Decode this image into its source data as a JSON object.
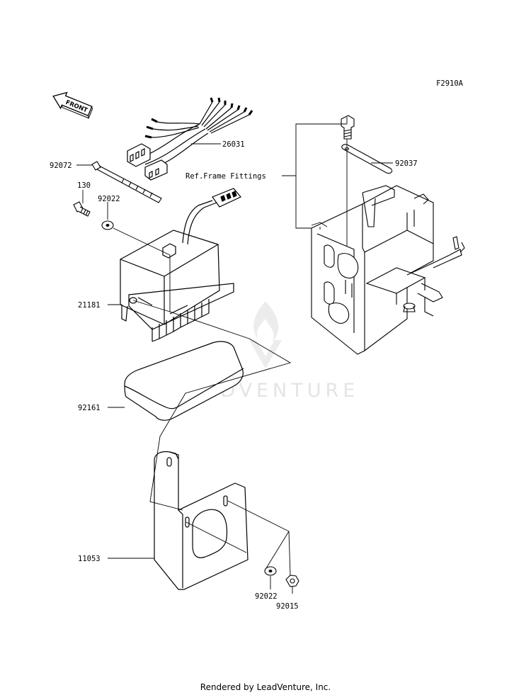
{
  "drawing_code": "F2910A",
  "front_label": "FRONT",
  "ref_label": "Ref.Frame Fittings",
  "parts": {
    "p26031": "26031",
    "p92072": "92072",
    "p130": "130",
    "p92022a": "92022",
    "p21181": "21181",
    "p92161": "92161",
    "p11053": "11053",
    "p92022b": "92022",
    "p92015": "92015",
    "p92037": "92037"
  },
  "watermark": "LEADVENTURE",
  "footer": "Rendered by LeadVenture, Inc."
}
